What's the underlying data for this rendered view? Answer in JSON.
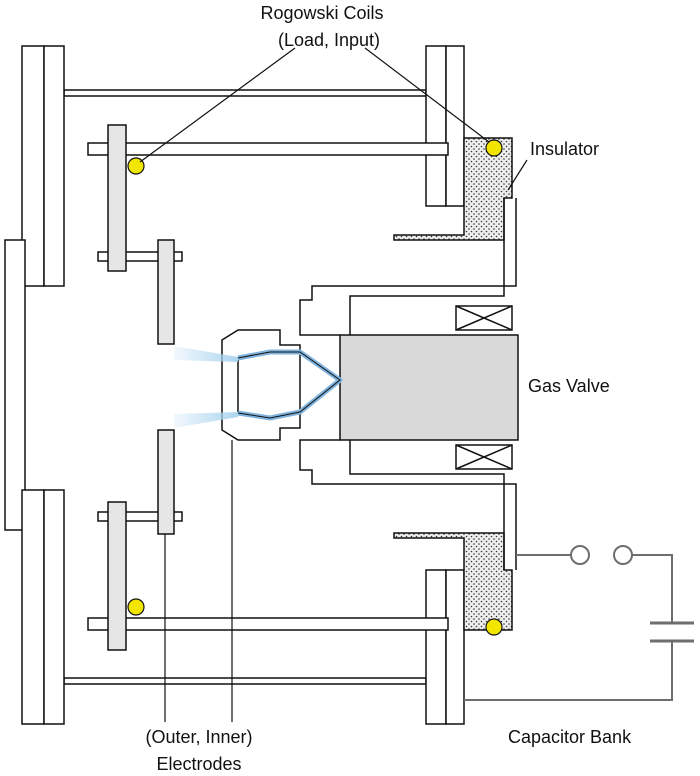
{
  "labels": {
    "rogowski_line1": "Rogowski Coils",
    "rogowski_line2": "(Load, Input)",
    "insulator": "Insulator",
    "gas_valve": "Gas Valve",
    "electrodes_line1": "(Outer, Inner)",
    "electrodes_line2": "Electrodes",
    "capacitor_bank": "Capacitor Bank"
  },
  "colors": {
    "outline": "#111111",
    "part_fill": "#e6e6e6",
    "valve_fill": "#d9d9d9",
    "coil": "#f2e600",
    "plasma": "#a9d3ef",
    "channel": "#7fb3dd",
    "wire": "#6e6e6e",
    "insulator_fill": "#e2e2e2"
  },
  "icons": {
    "rogowski": "yellow-circle",
    "switch": "open-circle-pair",
    "capacitor": "parallel-plates",
    "solenoid": "x-box"
  }
}
